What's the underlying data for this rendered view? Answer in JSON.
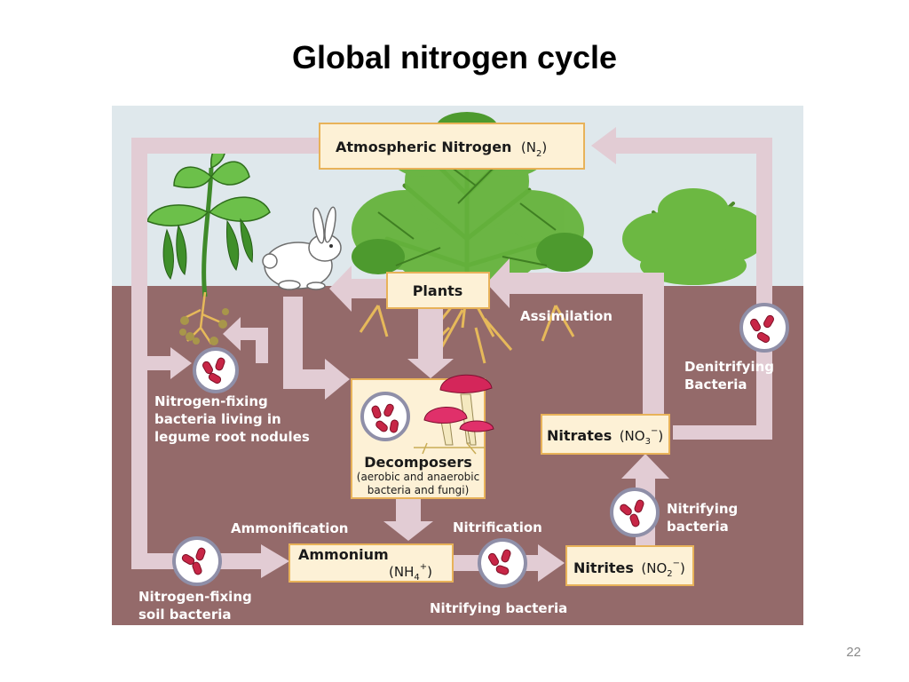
{
  "title": "Global nitrogen cycle",
  "page_number": "22",
  "colors": {
    "sky": "#dfe8ec",
    "soil": "#946a6a",
    "arrow": "#e2ccd4",
    "box_fill": "#fdf1d6",
    "box_border": "#e8b259",
    "bacteria": "#c72646",
    "plant_green": "#5aa63a"
  },
  "boxes": {
    "atmospheric": {
      "title": "Atmospheric Nitrogen",
      "formula": "(N",
      "sub": "2",
      "close": ")"
    },
    "plants": {
      "title": "Plants"
    },
    "decomposers": {
      "title": "Decomposers",
      "line1": "(aerobic and anaerobic",
      "line2": "bacteria and fungi)"
    },
    "ammonium": {
      "title": "Ammonium",
      "formula": "(NH",
      "sub": "4",
      "sup": "+",
      "close": ")"
    },
    "nitrites": {
      "title": "Nitrites",
      "formula": "(NO",
      "sub": "2",
      "sup": "−",
      "close": ")"
    },
    "nitrates": {
      "title": "Nitrates",
      "formula": "(NO",
      "sub": "3",
      "sup": "−",
      "close": ")"
    }
  },
  "labels": {
    "assimilation": "Assimilation",
    "denitrifying_1": "Denitrifying",
    "denitrifying_2": "Bacteria",
    "legume_1": "Nitrogen-fixing",
    "legume_2": "bacteria living in",
    "legume_3": "legume root nodules",
    "ammonification": "Ammonification",
    "nitrification": "Nitrification",
    "nitrifying_1": "Nitrifying",
    "nitrifying_2": "bacteria",
    "soil_1": "Nitrogen-fixing",
    "soil_2": "soil bacteria",
    "nitrifying_bacteria": "Nitrifying bacteria"
  },
  "icons": [
    "bean-plant-icon",
    "rabbit-icon",
    "tree-icon",
    "bush-icon",
    "mushroom-icon",
    "bacteria-icon",
    "roots-icon"
  ]
}
